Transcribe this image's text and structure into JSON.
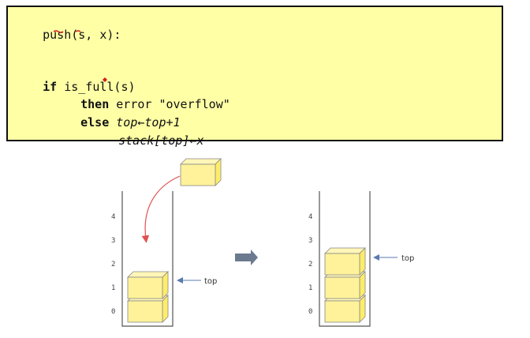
{
  "code": {
    "signature": "push(s, x):",
    "if_kw": "if",
    "if_cond": "is_full(s)",
    "then_kw": "then",
    "then_stmt": "error \"overflow\"",
    "else_kw": "else",
    "else_stmt": "top←top+1",
    "assign_stmt": "stack[top]←x"
  },
  "diagram": {
    "indices": [
      "0",
      "1",
      "2",
      "3",
      "4"
    ],
    "before": {
      "top_label": "top",
      "filled": 2,
      "top_index": 1
    },
    "after": {
      "top_label": "top",
      "filled": 3,
      "top_index": 2
    }
  },
  "colors": {
    "code_bg": "#ffffa6",
    "box_face": "#fff29a",
    "box_top": "#fff6b8",
    "box_side": "#ffec6a",
    "arrow": "#6b7a8f",
    "drop_arrow": "#e05050",
    "pointer": "#5a7ab0"
  }
}
